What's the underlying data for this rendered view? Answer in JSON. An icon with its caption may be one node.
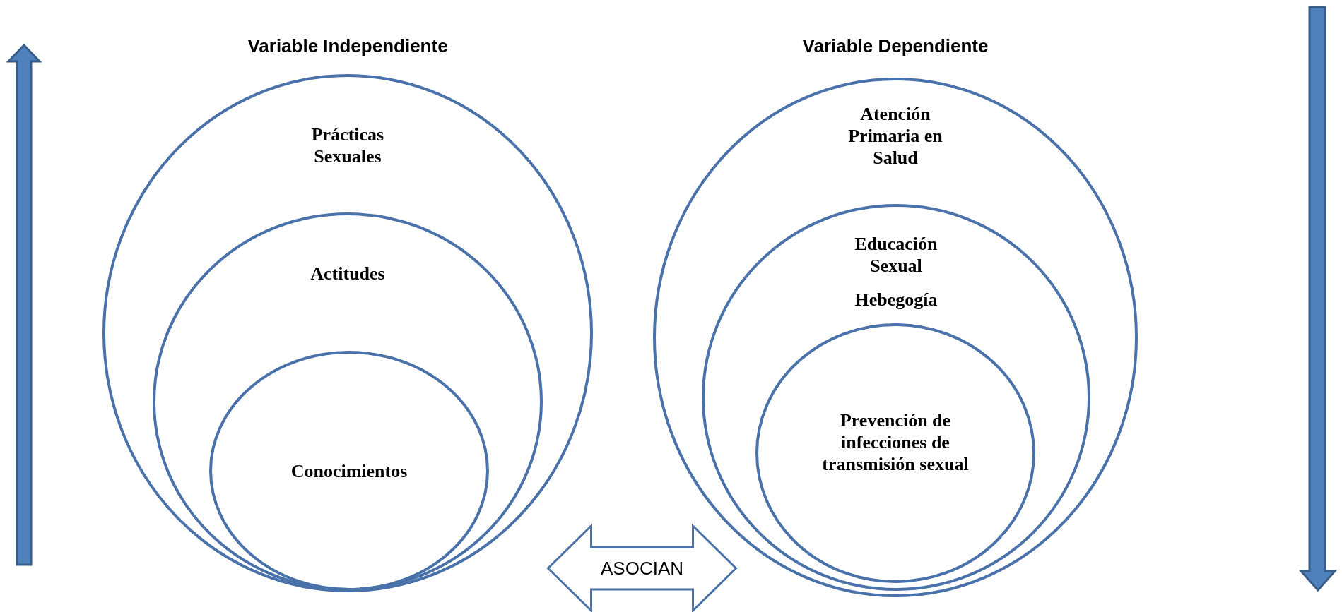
{
  "diagram": {
    "nodes": [
      {
        "text": [
          "Variable Independiente",
          "Prácticas Sexuales"
        ]
      },
      {
        "text": [
          "Actitudes"
        ],
        "in": 0
      },
      {
        "text": [
          "Conocimientos"
        ],
        "in": 1
      },
      {
        "text": [
          "Variable Dependiente",
          "Atención Primaria en Salud"
        ]
      },
      {
        "text": [
          "Educación Sexual",
          "Hebegogía"
        ],
        "in": 3
      },
      {
        "text": [
          "Prevención de infecciones de transmisión sexual"
        ],
        "in": 4
      }
    ],
    "edges": [
      {
        "from": 0,
        "to": 3,
        "arrow": "both",
        "label": "ASOCIAN"
      }
    ]
  }
}
